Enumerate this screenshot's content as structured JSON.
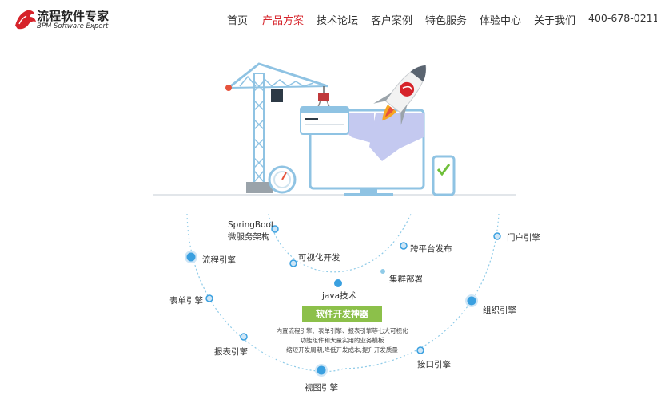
{
  "header": {
    "logo_title": "流程软件专家",
    "logo_subtitle": "BPM Software Expert",
    "nav": [
      {
        "label": "首页",
        "active": false
      },
      {
        "label": "产品方案",
        "active": true
      },
      {
        "label": "技术论坛",
        "active": false
      },
      {
        "label": "客户案例",
        "active": false
      },
      {
        "label": "特色服务",
        "active": false
      },
      {
        "label": "体验中心",
        "active": false
      },
      {
        "label": "关于我们",
        "active": false
      }
    ],
    "phone": "400-678-0211"
  },
  "colors": {
    "accent_red": "#d6232a",
    "illustration_blue": "#8fc3e3",
    "dot_blue": "#3aa0e0",
    "badge_green": "#8cc04a"
  },
  "diagram": {
    "inner_labels": {
      "springboot_line1": "SpringBoot",
      "springboot_line2": "微服务架构",
      "visual_dev": "可视化开发",
      "cross_platform": "跨平台发布",
      "cluster": "集群部署",
      "java": "java技术"
    },
    "outer_labels": {
      "flow_engine": "流程引擎",
      "form_engine": "表单引擎",
      "report_engine": "报表引擎",
      "view_engine": "视图引擎",
      "portal_engine": "门户引擎",
      "org_engine": "组织引擎",
      "api_engine": "接口引擎"
    },
    "badge": "软件开发神器",
    "description": [
      "内置流程引擎、表单引擎、报表引擎等七大可视化",
      "功能组件和大量实用的业务模板",
      "缩短开发周期,降低开发成本,提升开发质量"
    ]
  }
}
